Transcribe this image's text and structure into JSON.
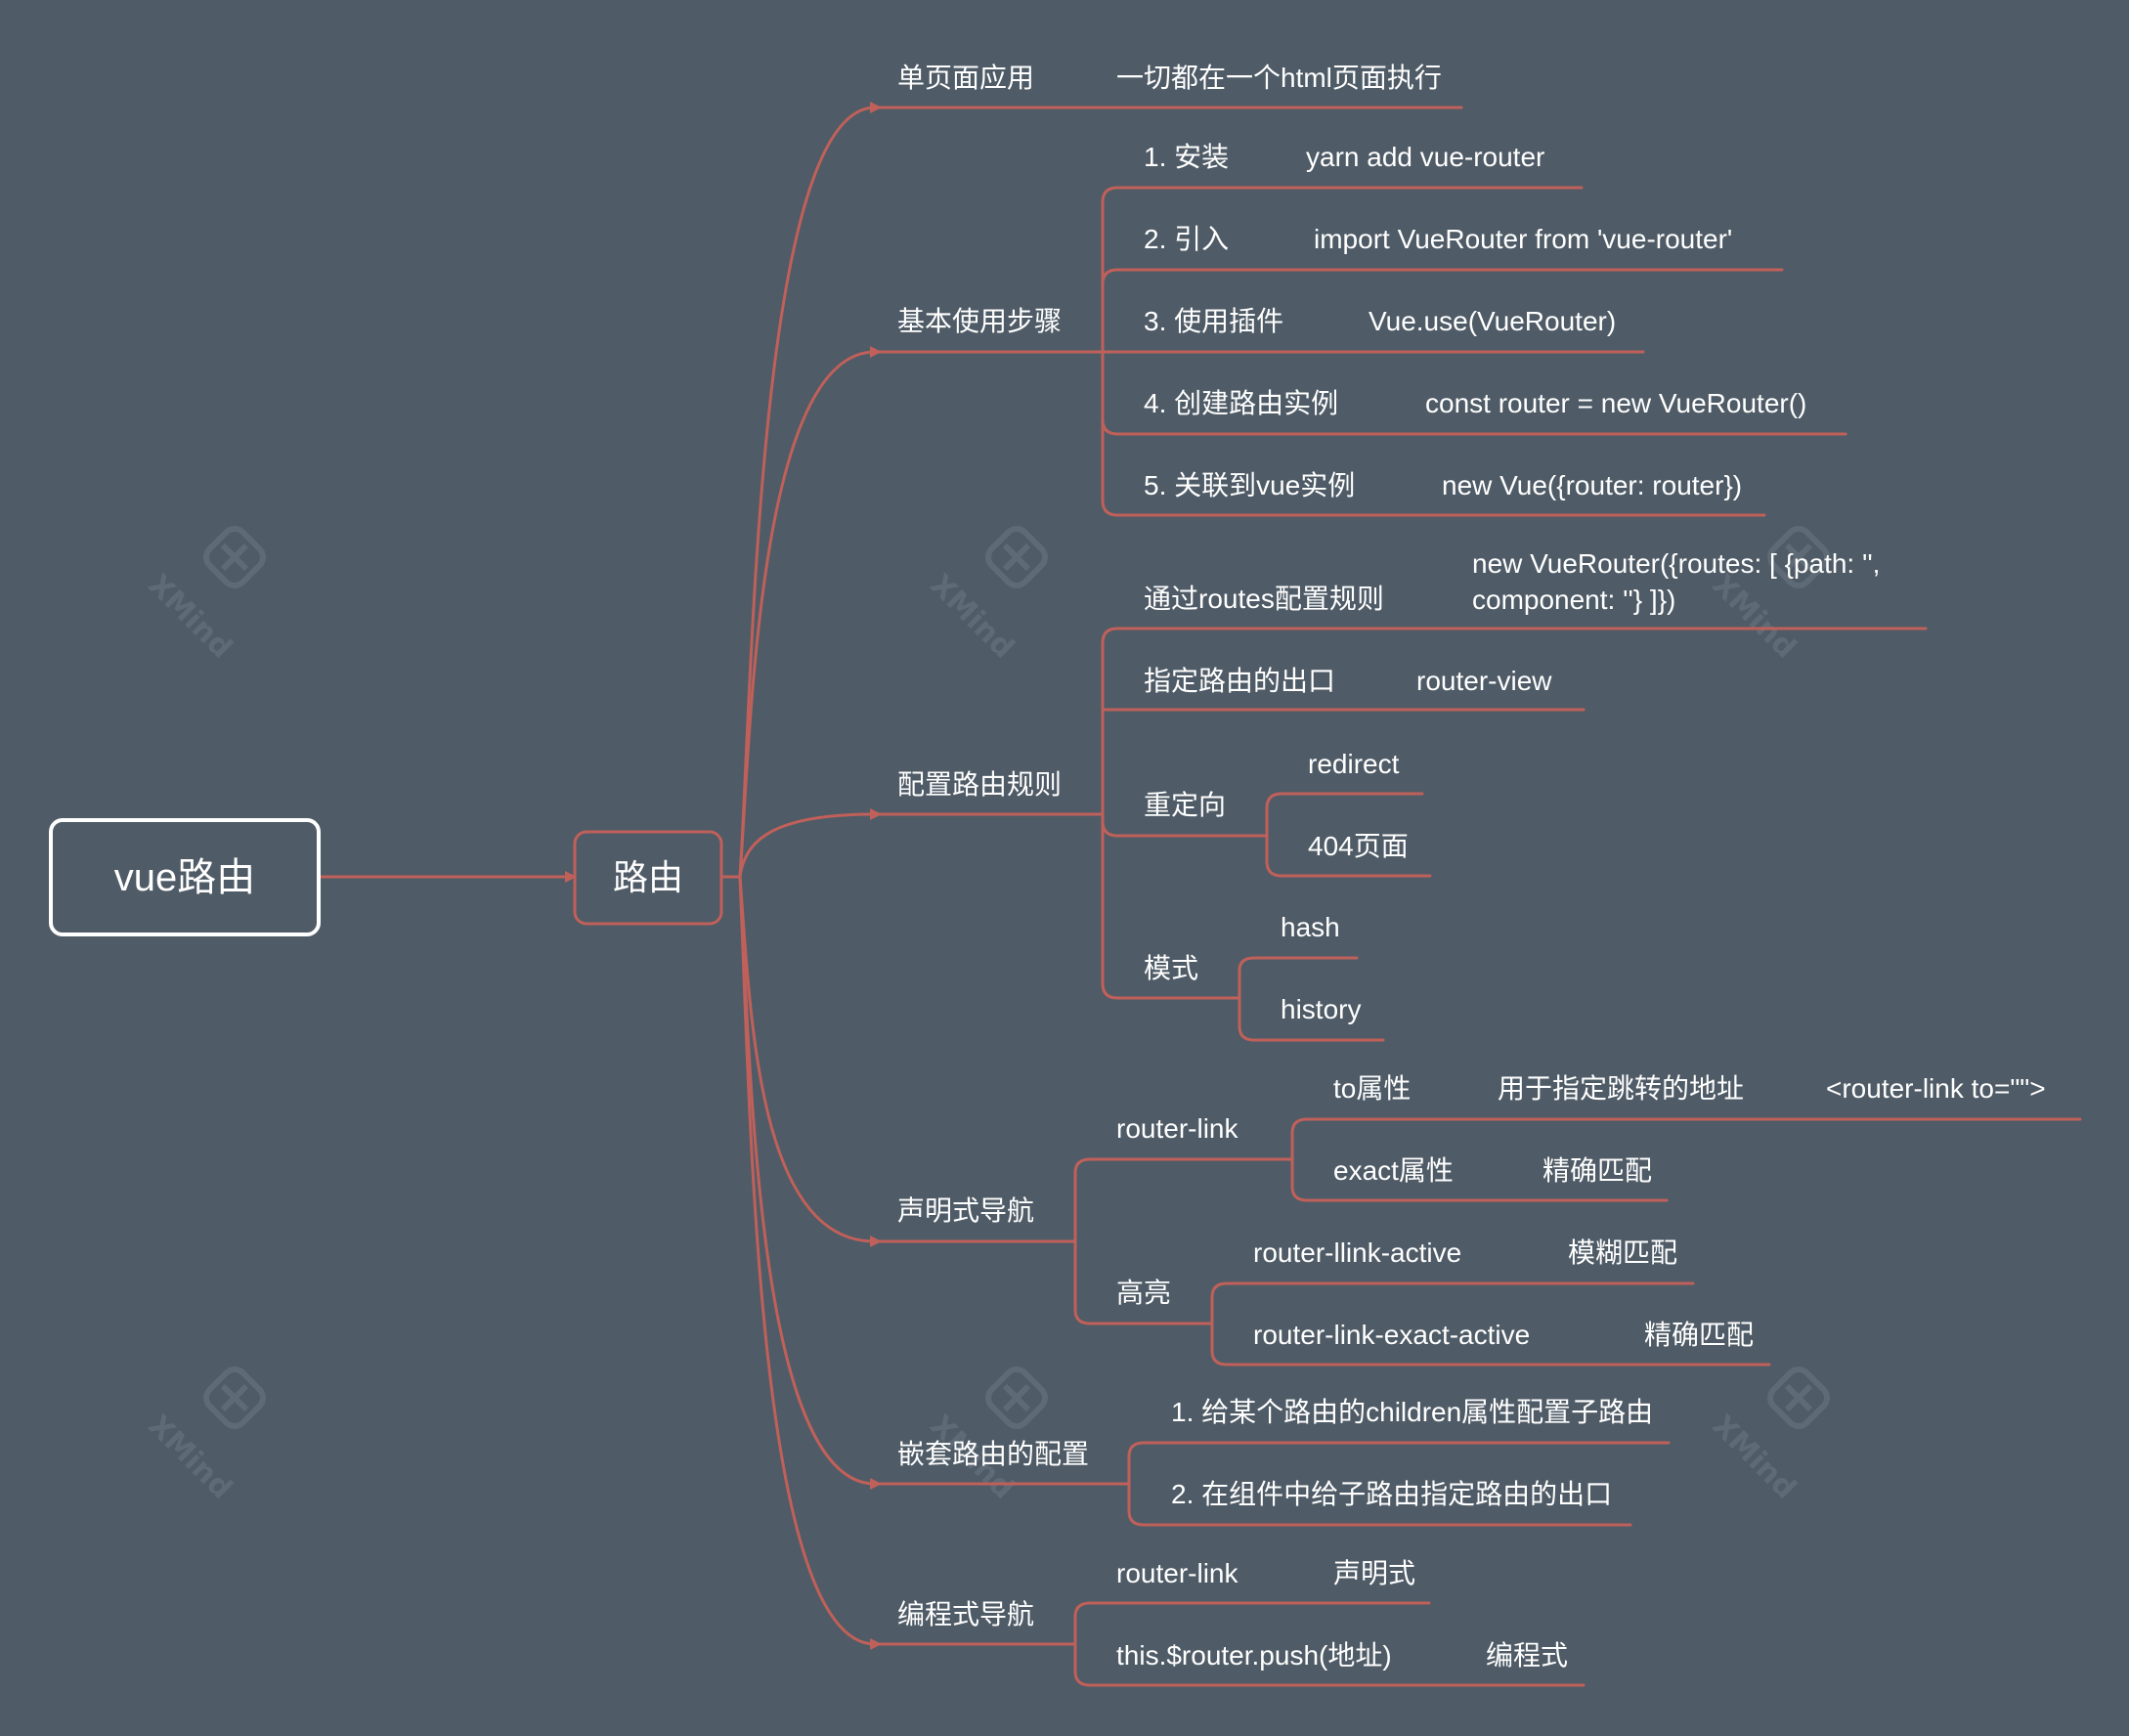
{
  "watermark": {
    "text": "XMind",
    "icon": "xmind-logo-icon"
  },
  "colors": {
    "background": "#4f5b66",
    "line": "#c0605a",
    "text": "#ffffff",
    "root_border": "#ffffff"
  },
  "root": {
    "label": "vue路由"
  },
  "main": {
    "label": "路由"
  },
  "branches": {
    "spa": {
      "label": "单页面应用",
      "desc": "一切都在一个html页面执行"
    },
    "steps": {
      "label": "基本使用步骤",
      "items": [
        {
          "label": "1. 安装",
          "value": "yarn add vue-router"
        },
        {
          "label": "2. 引入",
          "value": "import VueRouter from 'vue-router'"
        },
        {
          "label": "3. 使用插件",
          "value": "Vue.use(VueRouter)"
        },
        {
          "label": "4. 创建路由实例",
          "value": "const router = new VueRouter()"
        },
        {
          "label": "5. 关联到vue实例",
          "value": "new Vue({router: router})"
        }
      ]
    },
    "config": {
      "label": "配置路由规则",
      "routes": {
        "label": "通过routes配置规则",
        "value_line1": "new VueRouter({routes: [ {path: '',",
        "value_line2": "component: ''} ]})"
      },
      "outlet": {
        "label": "指定路由的出口",
        "value": "router-view"
      },
      "redirect": {
        "label": "重定向",
        "children": [
          "redirect",
          "404页面"
        ]
      },
      "mode": {
        "label": "模式",
        "children": [
          "hash",
          "history"
        ]
      }
    },
    "declarative": {
      "label": "声明式导航",
      "router_link": {
        "label": "router-link",
        "to": {
          "label": "to属性",
          "desc": "用于指定跳转的地址",
          "example": "<router-link to=\"\">"
        },
        "exact": {
          "label": "exact属性",
          "desc": "精确匹配"
        }
      },
      "highlight": {
        "label": "高亮",
        "items": [
          {
            "label": "router-llink-active",
            "desc": "模糊匹配"
          },
          {
            "label": "router-link-exact-active",
            "desc": "精确匹配"
          }
        ]
      }
    },
    "nested": {
      "label": "嵌套路由的配置",
      "items": [
        "1. 给某个路由的children属性配置子路由",
        "2. 在组件中给子路由指定路由的出口"
      ]
    },
    "programmatic": {
      "label": "编程式导航",
      "items": [
        {
          "label": "router-link",
          "desc": "声明式"
        },
        {
          "label": "this.$router.push(地址)",
          "desc": "编程式"
        }
      ]
    }
  }
}
